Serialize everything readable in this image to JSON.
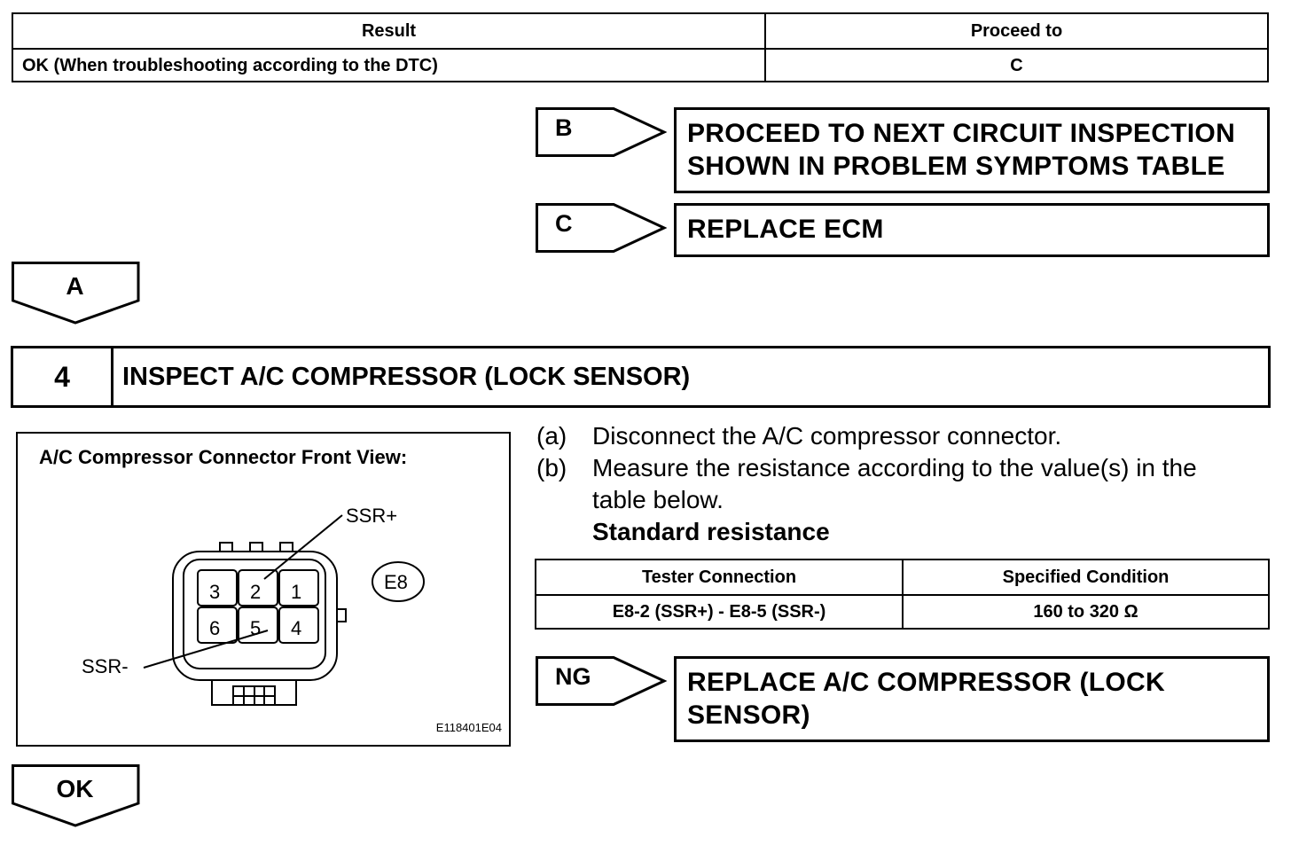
{
  "result_table": {
    "headers": [
      "Result",
      "Proceed to"
    ],
    "row": {
      "result": "OK (When troubleshooting according to the DTC)",
      "proceed": "C"
    }
  },
  "branches": [
    {
      "label": "B",
      "action": "PROCEED TO NEXT CIRCUIT INSPECTION\nSHOWN IN PROBLEM SYMPTOMS TABLE"
    },
    {
      "label": "C",
      "action": "REPLACE ECM"
    }
  ],
  "down_a": "A",
  "step": {
    "number": "4",
    "title": "INSPECT A/C COMPRESSOR (LOCK SENSOR)"
  },
  "illustration": {
    "title": "A/C Compressor Connector Front View:",
    "connector_id": "E8",
    "terminals_top": [
      "3",
      "2",
      "1"
    ],
    "terminals_bottom": [
      "6",
      "5",
      "4"
    ],
    "label_plus": "SSR+",
    "label_minus": "SSR-",
    "code": "E118401E04"
  },
  "instructions": [
    {
      "marker": "(a)",
      "text": "Disconnect the A/C compressor connector."
    },
    {
      "marker": "(b)",
      "text": "Measure the resistance according to the value(s) in the",
      "text2": "table below."
    }
  ],
  "standard_label": "Standard resistance",
  "spec_table": {
    "headers": [
      "Tester Connection",
      "Specified Condition"
    ],
    "row": {
      "connection": "E8-2 (SSR+) - E8-5 (SSR-)",
      "condition": "160 to 320 Ω"
    }
  },
  "ng_branch": {
    "label": "NG",
    "action": "REPLACE A/C COMPRESSOR (LOCK\nSENSOR)"
  },
  "down_ok": "OK"
}
